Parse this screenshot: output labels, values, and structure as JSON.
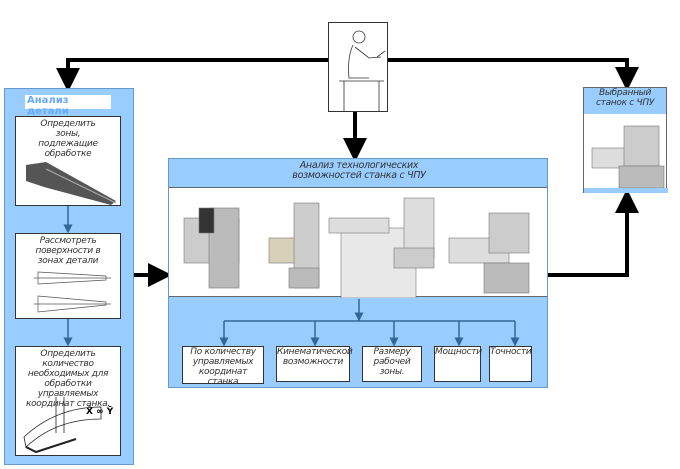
{
  "left_panel": {
    "title": "Анализ детали",
    "steps": [
      {
        "label": "Определить зоны, подлежащие обработке"
      },
      {
        "label": "Рассмотреть поверхности в зонах детали"
      },
      {
        "label": "Определить количество необходимых для обработки управляемых координат станка."
      }
    ],
    "formula": "X̄ ∞ Ȳ"
  },
  "center_panel": {
    "title": "Анализ технологических возможностей станка с ЧПУ",
    "criteria": [
      "По количеству управляемых координат станка",
      "Кинематической возможности",
      "Размеру рабочей зоны.",
      "Мощности",
      "Точности"
    ]
  },
  "right_panel": {
    "title": "Выбранный станок с ЧПУ"
  },
  "colors": {
    "panel": "#99ccff",
    "arrow": "#000000",
    "inner_arrow": "#336699"
  }
}
